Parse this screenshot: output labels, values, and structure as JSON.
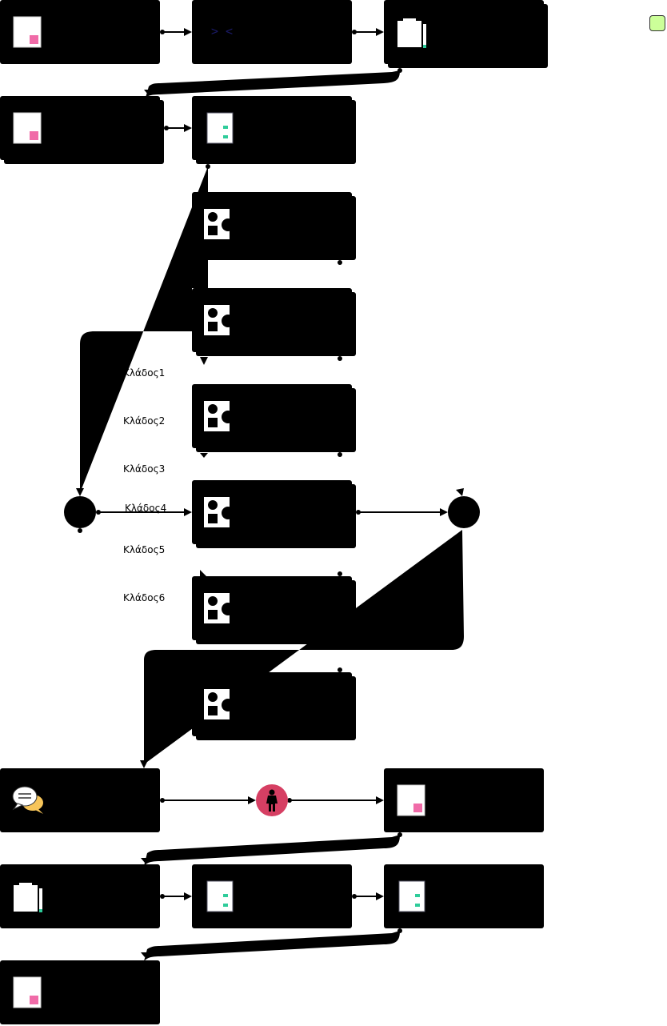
{
  "diagram": {
    "branch_labels": [
      "Κλάδος1",
      "Κλάδος2",
      "Κλάδος3",
      "Κλάδος4",
      "Κλάδος5",
      "Κλάδος6"
    ],
    "top_code_text": "> <",
    "colors": {
      "node_fill": "#000000",
      "accent_pink": "#f06ba8",
      "accent_green": "#2ecc9a",
      "person_red": "#d63f63",
      "legend_green": "#ccff99"
    },
    "icons": {
      "document": "document-icon",
      "code": "code-icon",
      "clipboard": "clipboard-icon",
      "checklist": "checklist-icon",
      "shapes": "shapes-icon",
      "chat": "chat-icon",
      "person": "person-icon",
      "gateway": "gateway-icon"
    }
  }
}
